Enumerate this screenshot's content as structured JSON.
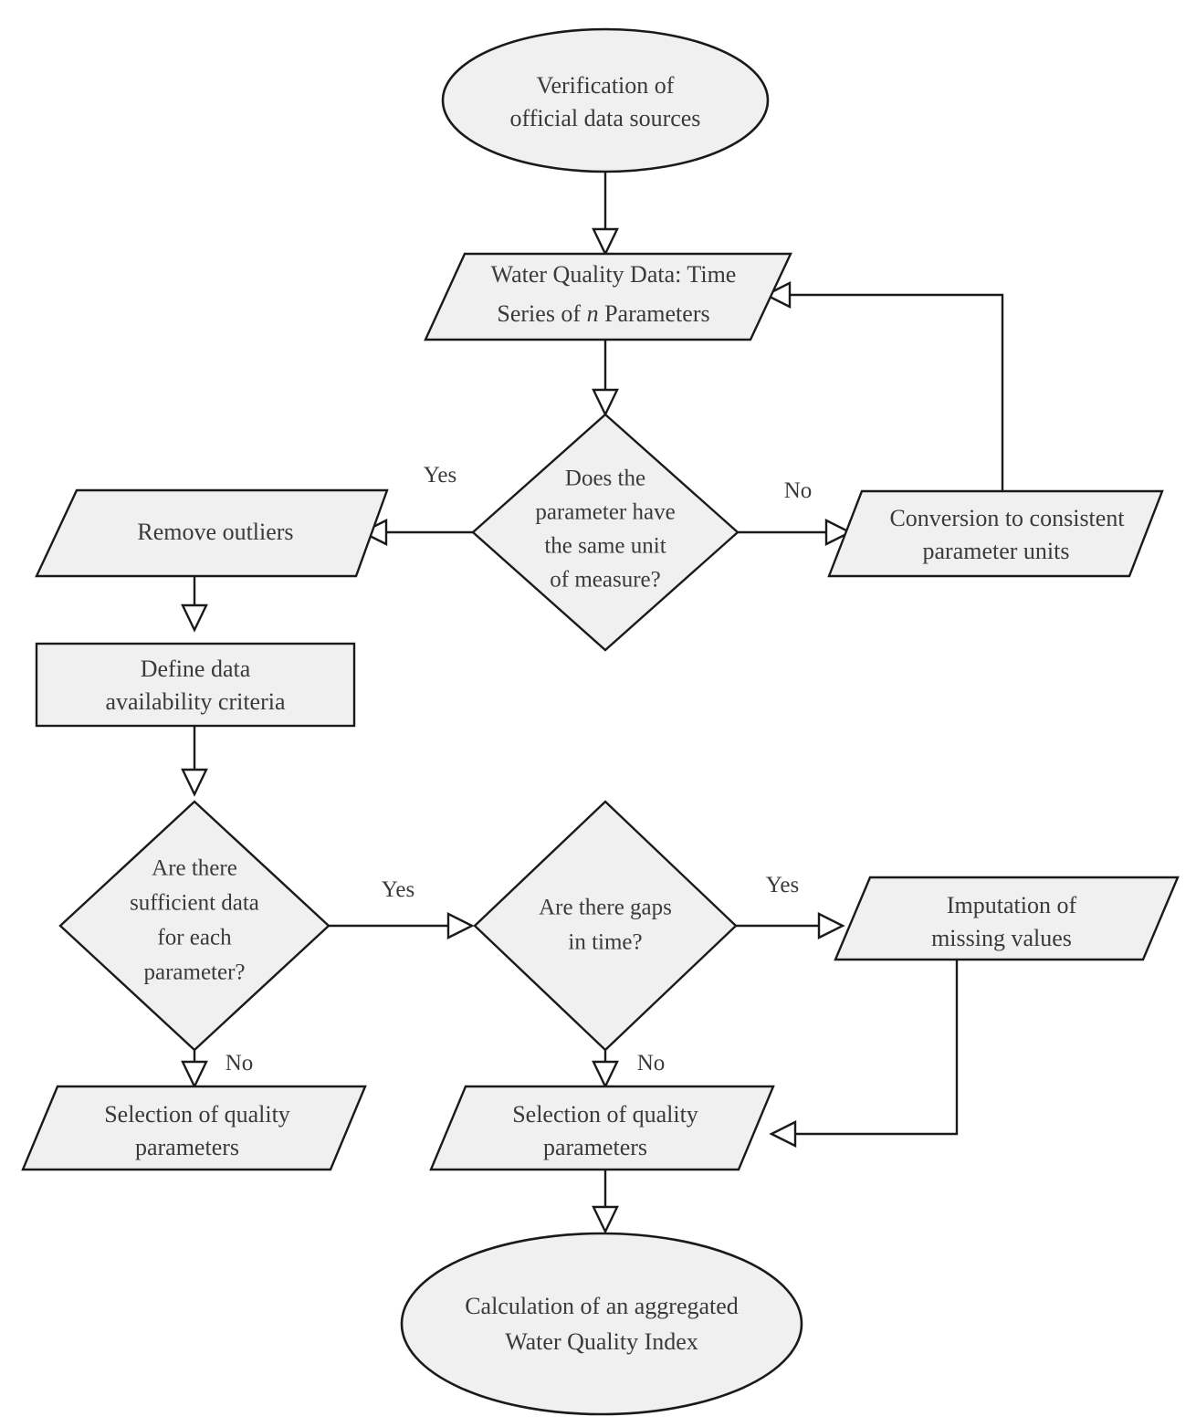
{
  "diagram": {
    "title": "Water Quality Index data processing flowchart",
    "colors": {
      "shape_fill": "#f0f0f0",
      "stroke": "#1a1a1a",
      "text": "#3a3a3a",
      "background": "#ffffff"
    },
    "nodes": {
      "start": {
        "type": "terminator",
        "line1": "Verification of",
        "line2": "official data sources"
      },
      "water_quality_data": {
        "type": "data",
        "line1_a": "Water Quality Data: Time",
        "line2_a": "Series of ",
        "line2_italic": "n",
        "line2_b": " Parameters"
      },
      "same_unit_decision": {
        "type": "decision",
        "line1": "Does the",
        "line2": "parameter have",
        "line3": "the same unit",
        "line4": "of measure?"
      },
      "remove_outliers": {
        "type": "data",
        "line1": "Remove outliers"
      },
      "conversion_units": {
        "type": "data",
        "line1": "Conversion to consistent",
        "line2": "parameter units"
      },
      "define_criteria": {
        "type": "process",
        "line1": "Define data",
        "line2": "availability criteria"
      },
      "sufficient_data_decision": {
        "type": "decision",
        "line1": "Are there",
        "line2": "sufficient data",
        "line3": "for each",
        "line4": "parameter?"
      },
      "gaps_decision": {
        "type": "decision",
        "line1": "Are there gaps",
        "line2": "in time?"
      },
      "imputation": {
        "type": "data",
        "line1": "Imputation of",
        "line2": "missing values"
      },
      "selection_left": {
        "type": "data",
        "line1": "Selection of quality",
        "line2": "parameters"
      },
      "selection_mid": {
        "type": "data",
        "line1": "Selection of quality",
        "line2": "parameters"
      },
      "end": {
        "type": "terminator",
        "line1": "Calculation of an aggregated",
        "line2": "Water Quality Index"
      }
    },
    "edge_labels": {
      "same_unit_yes": "Yes",
      "same_unit_no": "No",
      "sufficient_yes": "Yes",
      "sufficient_no": "No",
      "gaps_yes": "Yes",
      "gaps_no": "No"
    }
  }
}
